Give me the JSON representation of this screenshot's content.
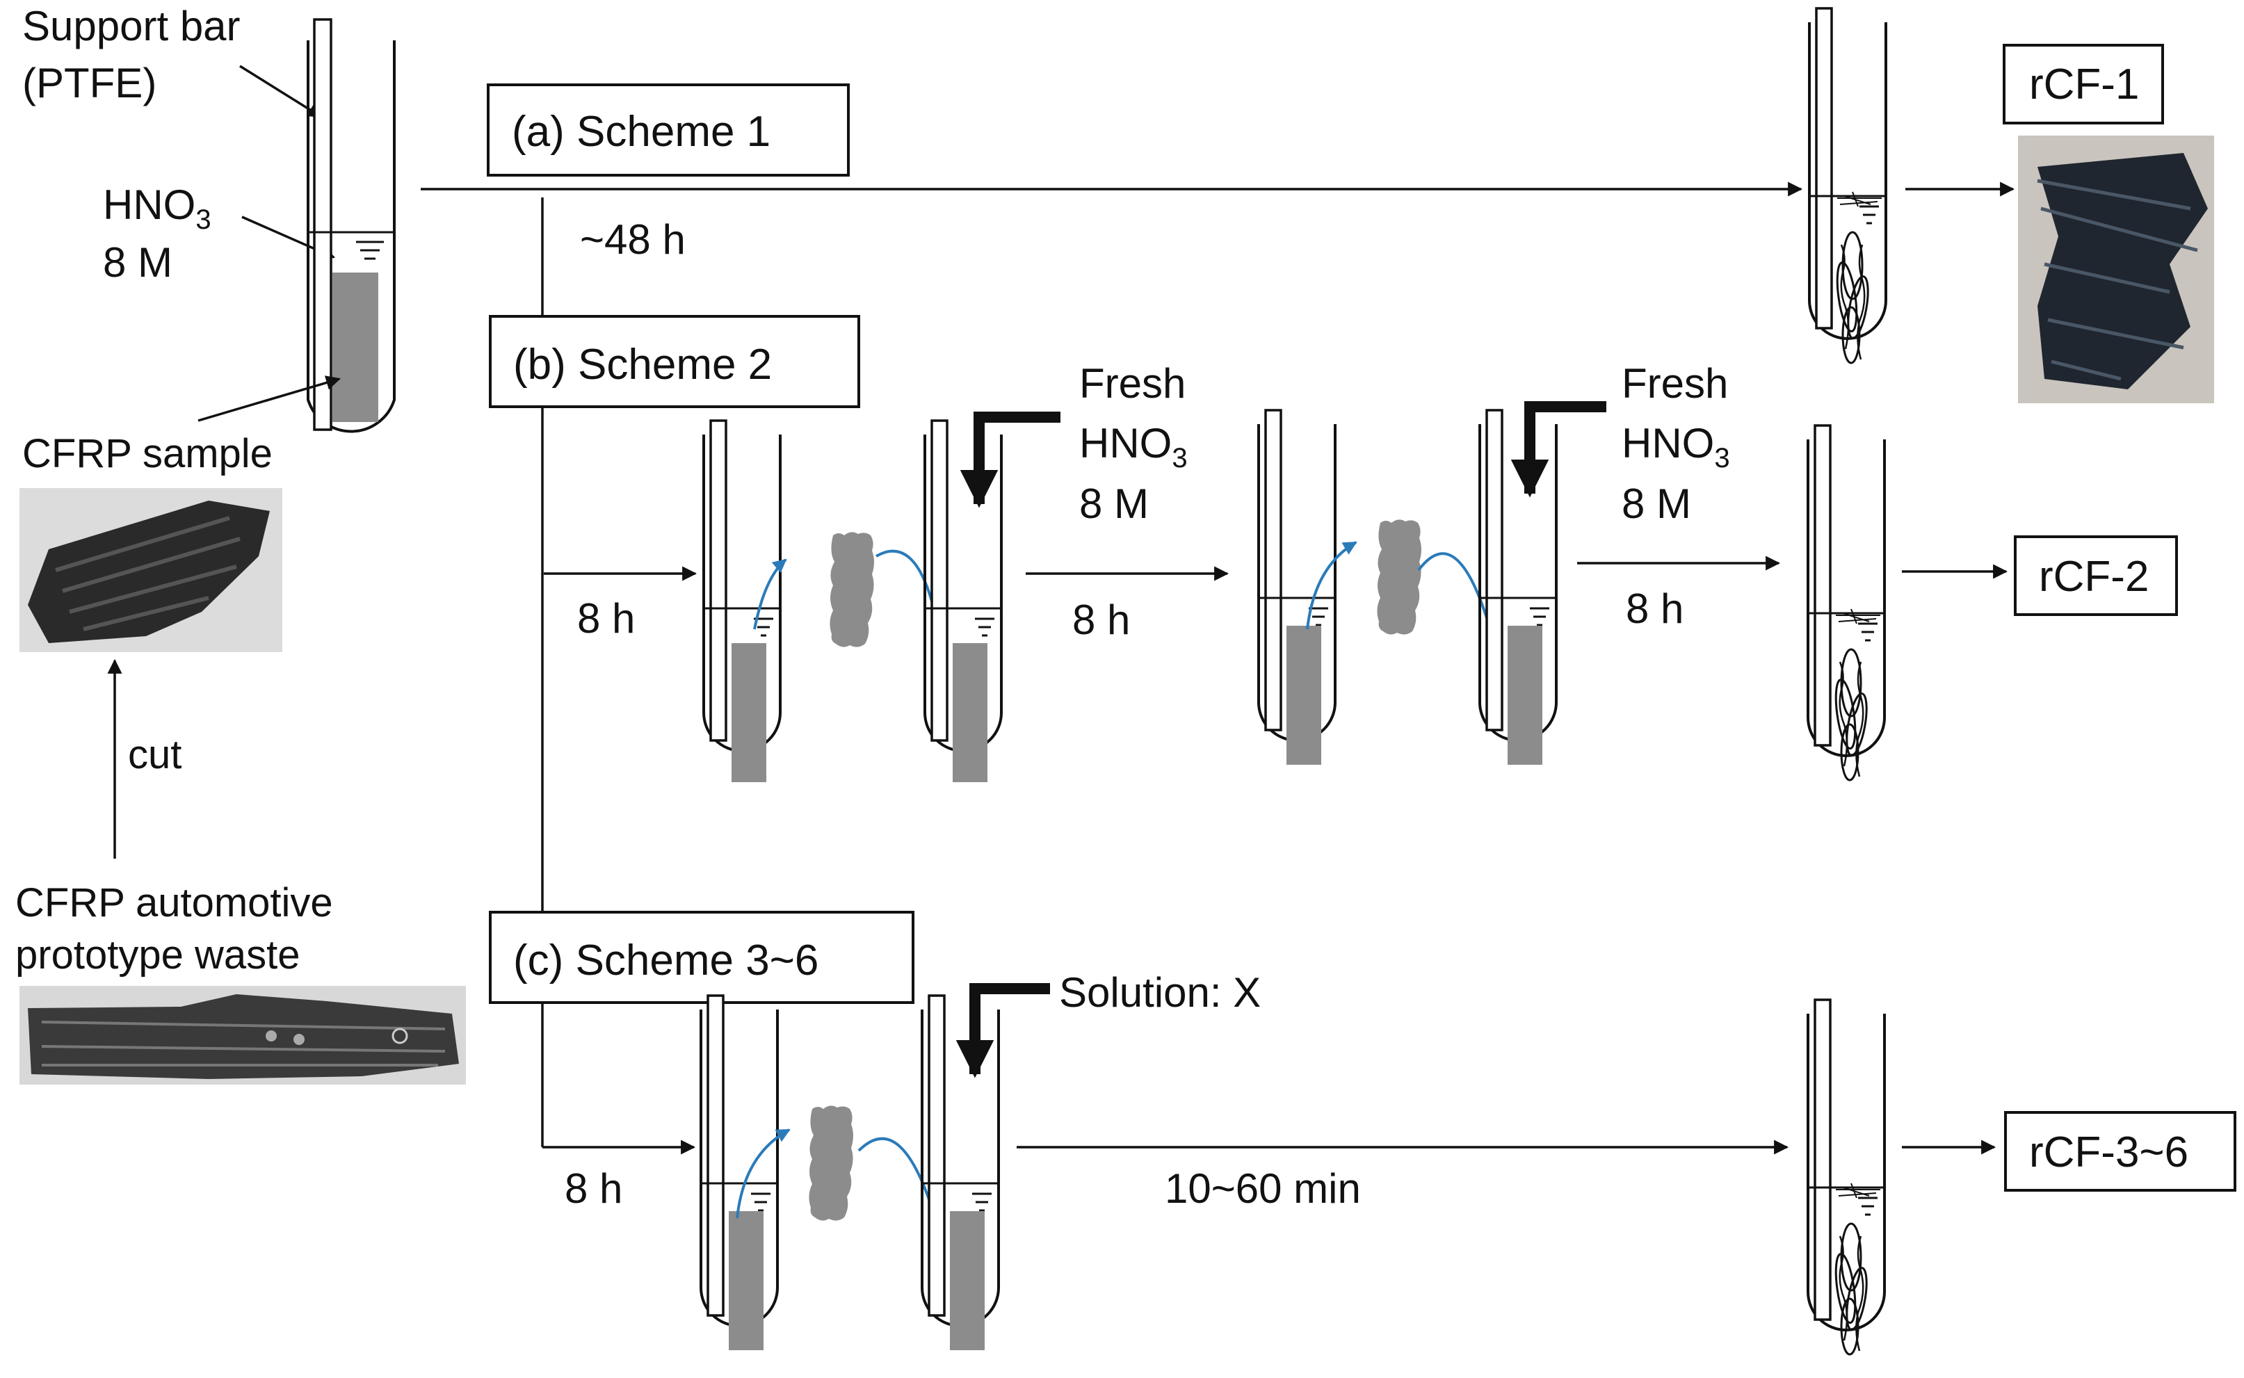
{
  "labels": {
    "support_bar_line1": "Support bar",
    "support_bar_line2": "(PTFE)",
    "hno3_base": "HNO",
    "hno3_sub": "3",
    "hno3_conc": "8 M",
    "cfrp_sample": "CFRP sample",
    "cut": "cut",
    "waste_line1": "CFRP automotive",
    "waste_line2": "prototype waste"
  },
  "schemes": {
    "a": {
      "title": "(a) Scheme 1",
      "time": "~48 h",
      "product": "rCF-1"
    },
    "b": {
      "title": "(b) Scheme 2",
      "time1": "8 h",
      "time2": "8 h",
      "time3": "8 h",
      "fresh": "Fresh",
      "fresh_base": "HNO",
      "fresh_sub": "3",
      "fresh_conc": "8 M",
      "product": "rCF-2"
    },
    "c": {
      "title": "(c) Scheme 3~6",
      "time1": "8 h",
      "time2": "10~60 min",
      "solution": "Solution: X",
      "product": "rCF-3~6"
    }
  },
  "colors": {
    "sample_gray": "#8c8c8c",
    "transfer_arrow": "#2b7bb9",
    "line": "#111111"
  }
}
